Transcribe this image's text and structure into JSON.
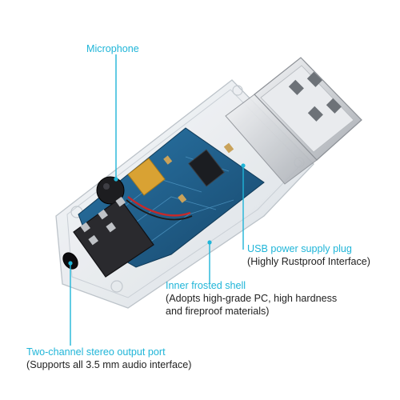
{
  "callouts": {
    "microphone": {
      "title": "Microphone"
    },
    "usb_plug": {
      "title": "USB power supply plug",
      "description": "(Highly Rustproof Interface)"
    },
    "inner_shell": {
      "title": "Inner frosted shell",
      "description_line1": "(Adopts high-grade PC, high hardness",
      "description_line2": "and fireproof materials)"
    },
    "output_port": {
      "title": "Two-channel stereo output port",
      "description": "(Supports all 3.5 mm audio interface)"
    }
  },
  "colors": {
    "callout_title": "#1fb5d8",
    "callout_line": "#1fb5d8",
    "description_text": "#222222",
    "pcb": "#1e5f8c",
    "shell": "#e6eaee",
    "usb_metal": "#d4d6da"
  }
}
